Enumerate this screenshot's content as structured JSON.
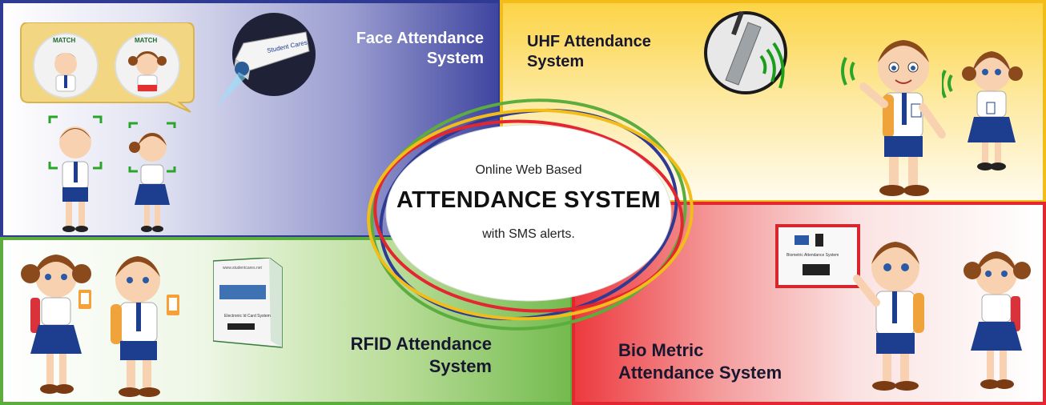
{
  "center": {
    "line1": "Online Web Based",
    "title": "ATTENDANCE SYSTEM",
    "line3": "with SMS alerts."
  },
  "face": {
    "title_line1": "Face Attendance",
    "title_line2": "System",
    "match_label": "MATCH"
  },
  "uhf": {
    "title_line1": "UHF Attendance",
    "title_line2": "System"
  },
  "rfid": {
    "title_line1": "RFID Attendance",
    "title_line2": "System"
  },
  "bio": {
    "title_line1": "Bio Metric",
    "title_line2": "Attendance System"
  },
  "colors": {
    "face": "#2f3a93",
    "uhf": "#f2bd19",
    "rfid": "#5cad3e",
    "bio": "#e3262f"
  },
  "icons": [
    "camera-icon",
    "uhf-reader-icon",
    "rfid-device-icon",
    "biometric-device-icon",
    "signal-wave-icon",
    "face-scan-icon"
  ]
}
